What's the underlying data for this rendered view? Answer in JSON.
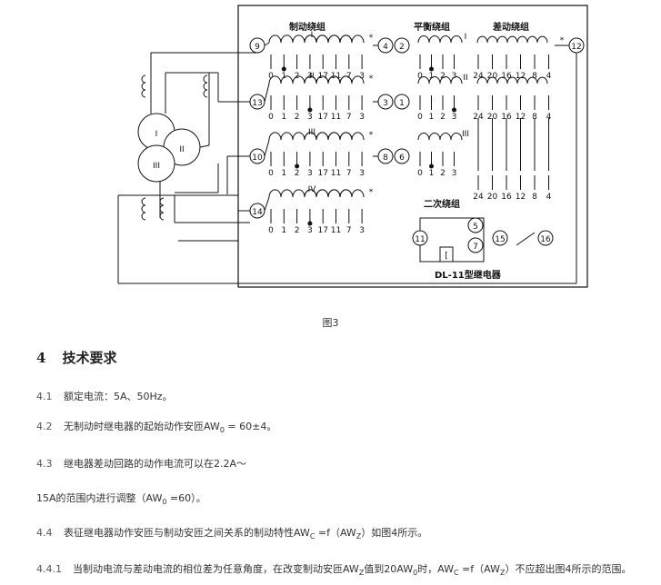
{
  "diagram": {
    "labels": {
      "braking": "制动绕组",
      "balance": "平衡绕组",
      "diff": "差动绕组",
      "secondary": "二次绕组",
      "relay_box": "[",
      "relay_name": "DL-11型继电器"
    },
    "terminals": [
      "9",
      "13",
      "10",
      "14",
      "4",
      "2",
      "3",
      "1",
      "8",
      "6",
      "12",
      "11",
      "5",
      "7",
      "15",
      "16"
    ],
    "roman": [
      "I",
      "II",
      "III",
      "IV"
    ],
    "xf_big": [
      "I",
      "II",
      "III"
    ],
    "brake_taps": [
      "0",
      "1",
      "2",
      "3",
      "17",
      "11",
      "7",
      "3"
    ],
    "balance_taps": [
      "0",
      "1",
      "2",
      "3"
    ],
    "diff_taps": [
      "24",
      "20",
      "16",
      "12",
      "8",
      "4"
    ],
    "star": "*"
  },
  "caption": "图3",
  "section": {
    "num": "4",
    "title": "技术要求"
  },
  "paras": [
    {
      "num": "4.1",
      "text": "额定电流：5A、50Hz。"
    },
    {
      "num": "4.2",
      "pre": "无制动时继电器的起始动作安匝AW",
      "sub": "0",
      "post": " = 60±4。"
    },
    {
      "num": "4.3",
      "text": "继电器差动回路的动作电流可以在2.2A～"
    },
    {
      "num": "",
      "pre": "15A的范围内进行调整（AW",
      "sub": "0",
      "post": " =60）。"
    },
    {
      "num": "4.4",
      "pre": "表征继电器动作安匝与制动安匝之间关系的制动特性AW",
      "sub": "C",
      "mid": " =f（AW",
      "sub2": "Z",
      "post": "）如图4所示。"
    },
    {
      "num": "4.4.1",
      "pre": "当制动电流与差动电流的相位差为任意角度，在改变制动安匝AW",
      "sub": "Z",
      "mid": "值到20AW",
      "sub2": "0",
      "mid2": "时，AW",
      "sub3": "C",
      "mid3": " =f（AW",
      "sub4": "Z",
      "post": "）不应超出图4所示的范围。"
    }
  ]
}
